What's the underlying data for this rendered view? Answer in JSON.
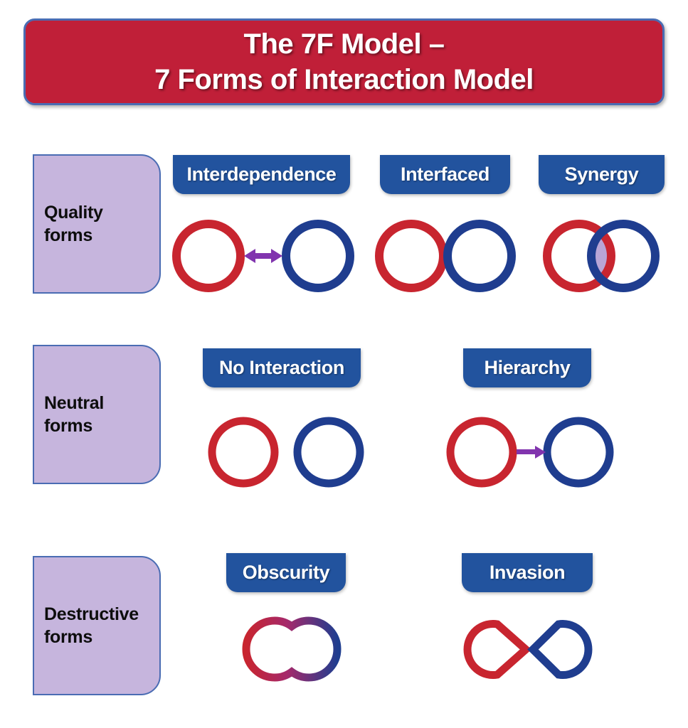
{
  "title": {
    "line1": "The 7F Model –",
    "line2": "7 Forms of Interaction Model"
  },
  "colors": {
    "title_bg": "#c01f38",
    "title_border": "#4a6cb3",
    "title_text": "#ffffff",
    "category_bg": "#c6b5dd",
    "category_border": "#4a6cb3",
    "category_text": "#0d0d0d",
    "pill_bg": "#22539e",
    "pill_text": "#ffffff",
    "circle_red": "#c8252f",
    "circle_blue": "#1f3d8f",
    "arrow_purple": "#8134ae",
    "overlap_fill": "#b9a5d6",
    "page_bg": "#ffffff"
  },
  "rows": [
    {
      "category": "Quality\nforms",
      "category_line1": "Quality",
      "category_line2": "forms",
      "items": [
        {
          "label": "Interdependence",
          "icon": "two-circles-double-arrow-icon"
        },
        {
          "label": "Interfaced",
          "icon": "two-tangent-circles-icon"
        },
        {
          "label": "Synergy",
          "icon": "two-overlapping-circles-icon"
        }
      ]
    },
    {
      "category": "Neutral\nforms",
      "category_line1": "Neutral",
      "category_line2": "forms",
      "items": [
        {
          "label": "No Interaction",
          "icon": "two-separate-circles-icon"
        },
        {
          "label": "Hierarchy",
          "icon": "two-circles-single-arrow-icon"
        }
      ]
    },
    {
      "category": "Destructive\nforms",
      "category_line1": "Destructive",
      "category_line2": "forms",
      "items": [
        {
          "label": "Obscurity",
          "icon": "merged-peanut-circles-icon"
        },
        {
          "label": "Invasion",
          "icon": "wedge-into-notched-circle-icon"
        }
      ]
    }
  ]
}
